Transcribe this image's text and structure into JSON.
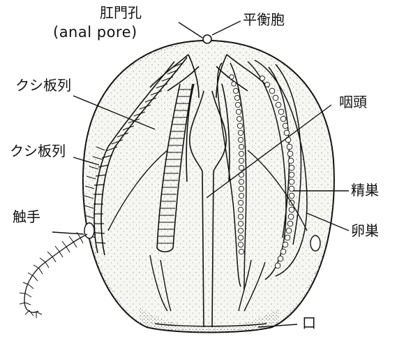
{
  "labels": {
    "anal_pore_jp": "肛門孔",
    "anal_pore_en": "(anal pore)",
    "statocyst": "平衡胞",
    "comb_row_upper": "クシ板列",
    "comb_row_lower": "クシ板列",
    "pharynx": "咽頭",
    "tentacle": "触手",
    "testis": "精巣",
    "ovary": "卵巣",
    "mouth": "口"
  },
  "colors": {
    "ink": "#111111",
    "body_fill": "#f6f6f2",
    "stipple": "#8a8a8a"
  }
}
